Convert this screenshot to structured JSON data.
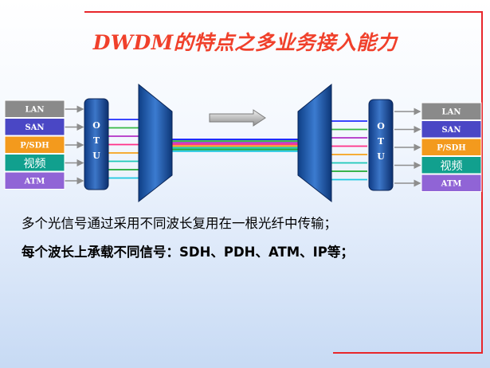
{
  "title": "DWDM的特点之多业务接入能力",
  "otu_label": [
    "O",
    "T",
    "U"
  ],
  "left_services": [
    {
      "label": "LAN",
      "color": "#8a8a8a"
    },
    {
      "label": "SAN",
      "color": "#4a47c5"
    },
    {
      "label": "P/SDH",
      "color": "#f39a1d"
    },
    {
      "label": "视频",
      "color": "#11a08e"
    },
    {
      "label": "ATM",
      "color": "#9064d6"
    }
  ],
  "right_services": [
    {
      "label": "LAN",
      "color": "#8a8a8a"
    },
    {
      "label": "SAN",
      "color": "#4a47c5"
    },
    {
      "label": "P/SDH",
      "color": "#f39a1d"
    },
    {
      "label": "视频",
      "color": "#11a08e"
    },
    {
      "label": "ATM",
      "color": "#9064d6"
    }
  ],
  "wavelength_colors": [
    "#1f2cff",
    "#35b844",
    "#b230c6",
    "#ff2f88",
    "#f6a21a",
    "#1dc8b8",
    "#1faa33",
    "#1cc7e0"
  ],
  "captions": [
    "多个光信号通过采用不同波长复用在一根光纤中传输；",
    "每个波长上承载不同信号：SDH、PDH、ATM、IP等；"
  ]
}
